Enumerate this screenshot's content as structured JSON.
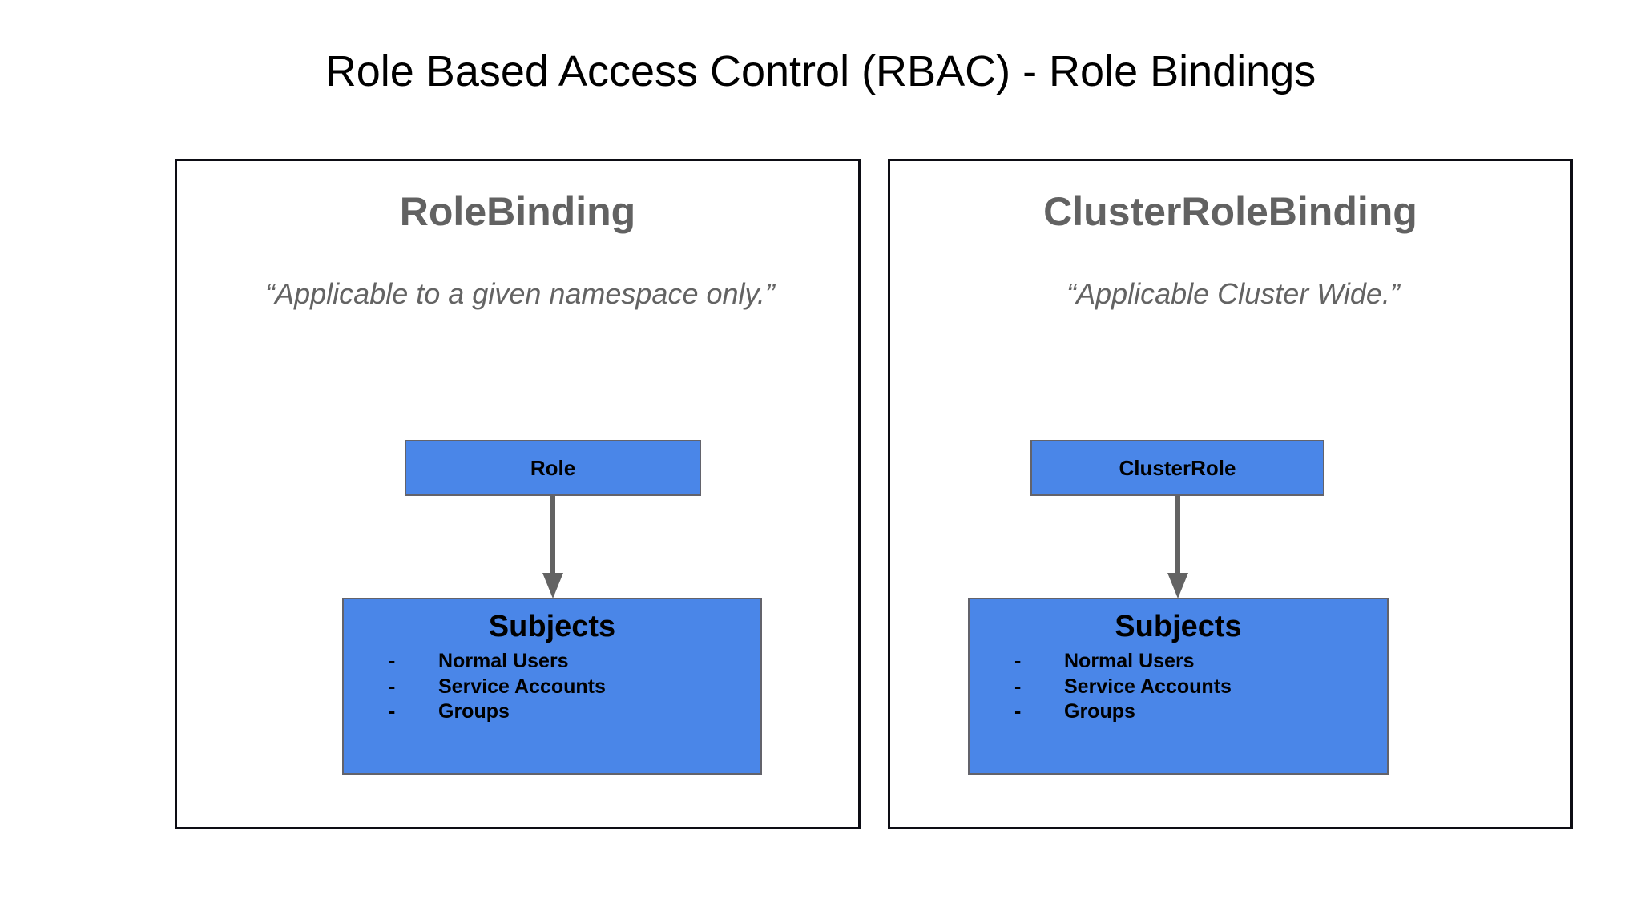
{
  "slide": {
    "title": "Role Based Access Control (RBAC) - Role Bindings",
    "background_color": "#ffffff",
    "accent_color": "#4a86e8",
    "heading_color": "#626262",
    "arrow_color": "#636363"
  },
  "panels": [
    {
      "heading": "RoleBinding",
      "quote": "“Applicable to a given namespace only.”",
      "source_node": {
        "label": "Role"
      },
      "arrow": {
        "icon": "down-arrow-icon",
        "from": "Role",
        "to": "Subjects"
      },
      "target_node": {
        "title": "Subjects",
        "items": [
          {
            "dash": "-",
            "label": "Normal Users"
          },
          {
            "dash": "-",
            "label": "Service Accounts"
          },
          {
            "dash": "-",
            "label": "Groups"
          }
        ]
      }
    },
    {
      "heading": "ClusterRoleBinding",
      "quote": "“Applicable Cluster Wide.”",
      "source_node": {
        "label": "ClusterRole"
      },
      "arrow": {
        "icon": "down-arrow-icon",
        "from": "ClusterRole",
        "to": "Subjects"
      },
      "target_node": {
        "title": "Subjects",
        "items": [
          {
            "dash": "-",
            "label": "Normal Users"
          },
          {
            "dash": "-",
            "label": "Service Accounts"
          },
          {
            "dash": "-",
            "label": "Groups"
          }
        ]
      }
    }
  ]
}
